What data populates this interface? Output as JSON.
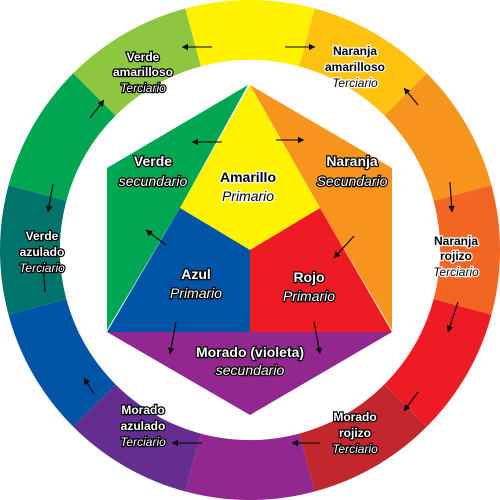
{
  "ring": [
    {
      "color": "#FFF200"
    },
    {
      "color": "#FFC20E"
    },
    {
      "color": "#F7941D"
    },
    {
      "color": "#F26522"
    },
    {
      "color": "#ED1C24"
    },
    {
      "color": "#C1272D"
    },
    {
      "color": "#92278F"
    },
    {
      "color": "#662D91"
    },
    {
      "color": "#0054A6"
    },
    {
      "color": "#00746B"
    },
    {
      "color": "#00A651"
    },
    {
      "color": "#8DC63F"
    }
  ],
  "primarios": {
    "amarillo": {
      "name": "Amarillo",
      "kind": "Primario",
      "color": "#FFF200"
    },
    "rojo": {
      "name": "Rojo",
      "kind": "Primario",
      "color": "#ED1C24"
    },
    "azul": {
      "name": "Azul",
      "kind": "Primario",
      "color": "#0054A6"
    }
  },
  "secundarios": {
    "verde": {
      "name": "Verde",
      "kind": "secundario",
      "color": "#00A651"
    },
    "naranja": {
      "name": "Naranja",
      "kind": "Secundario",
      "color": "#F7941D"
    },
    "morado": {
      "name": "Morado (violeta)",
      "kind": "secundario",
      "color": "#92278F"
    }
  },
  "terciarios": {
    "verde_amarilloso": {
      "line1": "Verde",
      "line2": "amarilloso",
      "kind": "Terciario"
    },
    "naranja_amarilloso": {
      "line1": "Naranja",
      "line2": "amarilloso",
      "kind": "Terciario"
    },
    "naranja_rojizo": {
      "line1": "Naranja",
      "line2": "rojizo",
      "kind": "Terciario"
    },
    "morado_rojizo": {
      "line1": "Morado",
      "line2": "rojizo",
      "kind": "Terciario"
    },
    "morado_azulado": {
      "line1": "Morado",
      "line2": "azulado",
      "kind": "Terciario"
    },
    "verde_azulado": {
      "line1": "Verde",
      "line2": "azulado",
      "kind": "Terciario"
    }
  }
}
